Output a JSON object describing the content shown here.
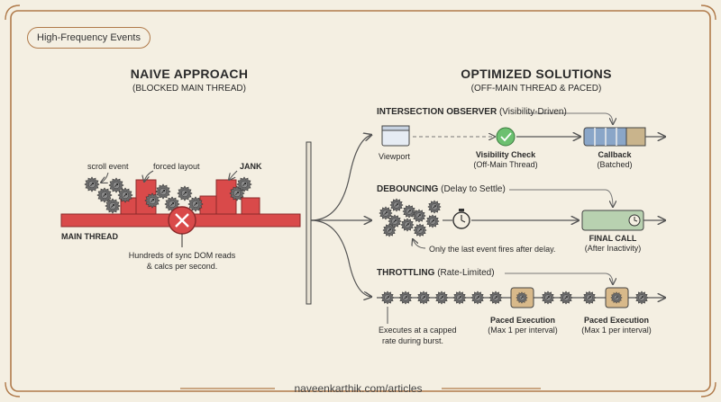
{
  "tag": "High-Frequency Events",
  "naive": {
    "title": "NAIVE APPROACH",
    "subtitle": "(BLOCKED MAIN THREAD)",
    "scroll_event": "scroll event",
    "forced_layout": "forced layout",
    "jank": "JANK",
    "main_thread": "MAIN THREAD",
    "note_line1": "Hundreds of sync DOM reads",
    "note_line2": "& calcs per second."
  },
  "optimized": {
    "title": "OPTIMIZED SOLUTIONS",
    "subtitle": "(OFF-MAIN THREAD & PACED)"
  },
  "intersection": {
    "name": "INTERSECTION OBSERVER",
    "qualifier": "(Visibility-Driven)",
    "viewport": "Viewport",
    "check_line1": "Visibility Check",
    "check_line2": "(Off-Main Thread)",
    "callback_line1": "Callback",
    "callback_line2": "(Batched)"
  },
  "debouncing": {
    "name": "DEBOUNCING",
    "qualifier": "(Delay to Settle)",
    "note": "Only the last event fires after delay.",
    "final_line1": "FINAL CALL",
    "final_line2": "(After Inactivity)"
  },
  "throttling": {
    "name": "THROTTLING",
    "qualifier": "(Rate-Limited)",
    "note_line1": "Executes at a capped",
    "note_line2": "rate during burst.",
    "paced1_line1": "Paced Execution",
    "paced1_line2": "(Max 1 per interval)",
    "paced2_line1": "Paced Execution",
    "paced2_line2": "(Max 1 per interval)"
  },
  "footer": "naveenkarthik.com/articles",
  "colors": {
    "background": "#f4efe2",
    "border": "#b07a4a",
    "thread_red": "#d94a4a",
    "check_green": "#6cc070",
    "callback_blue": "#8aa6c8",
    "final_green": "#b8d1b0",
    "gear_gray": "#6b6b6b"
  }
}
